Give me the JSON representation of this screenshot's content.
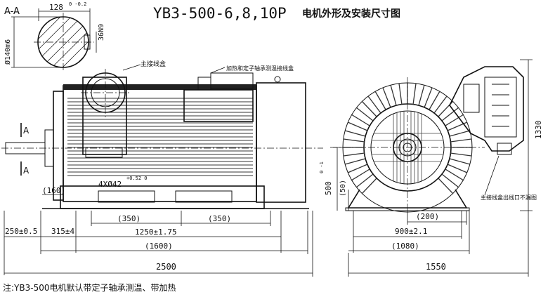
{
  "title": {
    "model": "YB3-500-6,8,10P",
    "subtitle": "电机外形及安装尺寸图"
  },
  "section_view": {
    "label": "A-A",
    "keyway_width": "128",
    "keyway_tol": "0\n-0.2",
    "key": "36N9",
    "shaft_dia": "Ø140m6"
  },
  "callouts": {
    "main_box": "主接线盒",
    "aux_box": "加热和定子轴承测温接线盒",
    "main_box_rotation": "主接线盒出线口不漏图"
  },
  "section_marks": {
    "upper": "A",
    "lower": "A"
  },
  "dimensions": {
    "mount_holes": "4XØ42",
    "mount_holes_tol": "+0.52\n0",
    "d160": "(160)",
    "d350_left": "(350)",
    "d350_right": "(350)",
    "d250": "250±0.5",
    "d315": "315±4",
    "d1250": "1250±1.75",
    "d1600": "(1600)",
    "d2500": "2500",
    "d200": "(200)",
    "d900": "900±2.1",
    "d1080": "(1080)",
    "d1550": "1550",
    "d500": "500",
    "d500_tol": "0\n-1",
    "d50": "(50)",
    "d1330": "1330"
  },
  "note": "注:YB3-500电机默认带定子轴承测温、带加热"
}
